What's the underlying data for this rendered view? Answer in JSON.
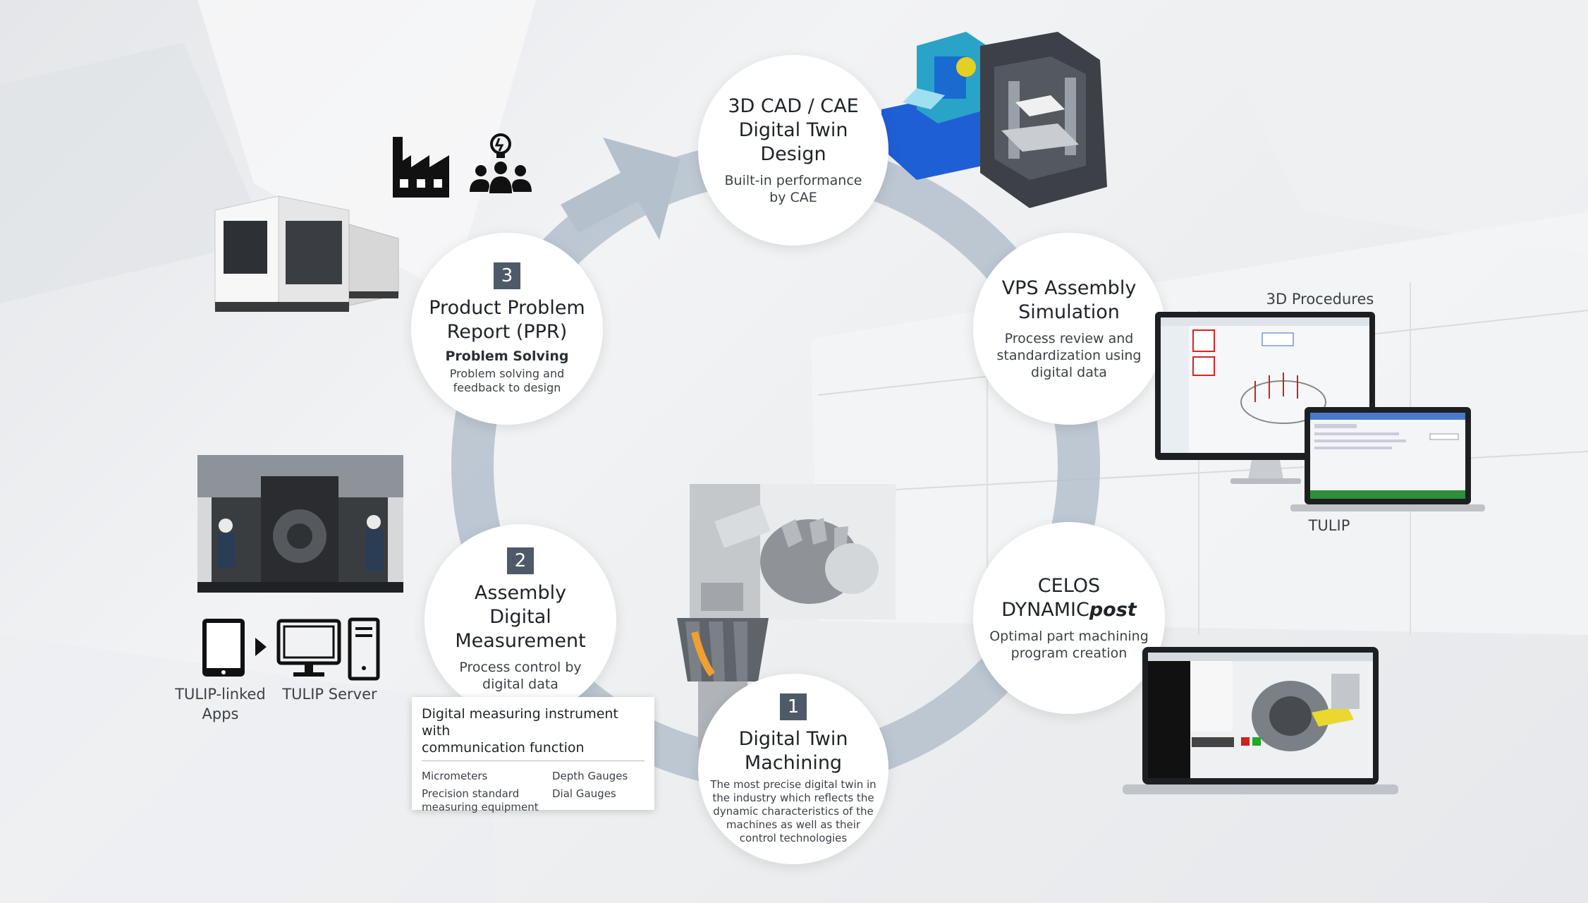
{
  "cycle": {
    "design": {
      "title": "3D CAD / CAE\nDigital Twin\nDesign",
      "subtitle": "Built-in performance\nby CAE"
    },
    "vps": {
      "title": "VPS Assembly\nSimulation",
      "subtitle": "Process review and\nstandardization using\ndigital data"
    },
    "celos": {
      "title_line1": "CELOS",
      "title_line2_main": "DYNAMIC",
      "title_line2_italic": "post",
      "subtitle": "Optimal part machining\nprogram creation"
    },
    "machining": {
      "number": "1",
      "title": "Digital Twin\nMachining",
      "subtitle": "The most precise digital twin in\nthe industry which reflects the\ndynamic characteristics of the\nmachines as well as their\ncontrol technologies"
    },
    "assembly": {
      "number": "2",
      "title": "Assembly\nDigital Measurement",
      "subtitle": "Process control by\ndigital data"
    },
    "ppr": {
      "number": "3",
      "title": "Product Problem\nReport (PPR)",
      "bold": "Problem Solving",
      "subtitle": "Problem solving and\nfeedback to design"
    }
  },
  "labels": {
    "procedures": "3D Procedures",
    "tulip": "TULIP",
    "tulip_apps": "TULIP-linked\nApps",
    "tulip_server": "TULIP Server"
  },
  "measure_panel": {
    "title": "Digital measuring instrument with\ncommunication function",
    "items": [
      "Micrometers",
      "Depth Gauges",
      "Precision standard\nmeasuring equipment",
      "Dial Gauges"
    ]
  },
  "colors": {
    "arrow": "#b4c0cc",
    "badge": "#4e5a67",
    "accent_blue": "#1f5fd6"
  },
  "icons": [
    "factory-icon",
    "team-idea-icon",
    "tablet-icon",
    "monitor-icon",
    "server-tower-icon",
    "arrow-right-icon"
  ]
}
